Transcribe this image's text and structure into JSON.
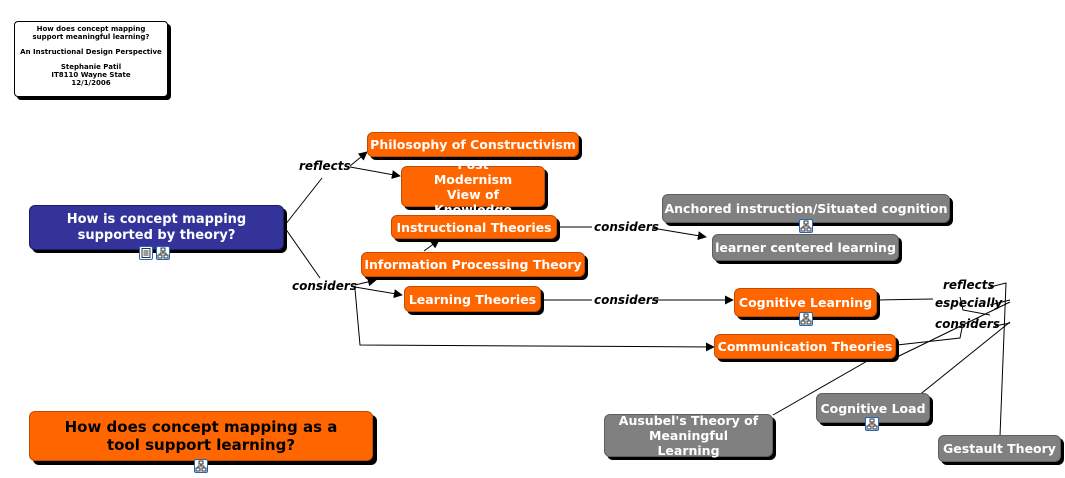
{
  "info_box": {
    "question": "How does concept mapping support meaningful learning?",
    "perspective": "An Instructional Design Perspective",
    "author": "Stephanie Patil",
    "course": "IT8110 Wayne State",
    "date": "12/1/2006"
  },
  "nodes": {
    "main_question": "How is concept mapping supported by  theory?",
    "philosophy": "Philosophy of Constructivism",
    "post_modernism": "Post Modernism View of Knowledge",
    "instructional": "Instructional Theories",
    "info_processing": "Information Processing Theory",
    "learning": "Learning Theories",
    "anchored": "Anchored instruction/Situated cognition",
    "learner_centered": "learner centered learning",
    "cognitive_learning": "Cognitive Learning",
    "communication": "Communication Theories",
    "ausubel": "Ausubel's Theory of Meaningful Learning",
    "cognitive_load": "Cognitive Load",
    "gestault": "Gestault Theory",
    "tool_question": "How does concept mapping as a tool support learning?"
  },
  "links": {
    "reflects_1": "reflects",
    "considers_1": "considers",
    "considers_2": "considers",
    "considers_3": "considers",
    "reflects_2": "reflects",
    "especially": "especially",
    "considers_4": "considers"
  },
  "colors": {
    "orange": "#ff6600",
    "gray": "#808080",
    "blue": "#333399"
  },
  "icons": {
    "submap": "concept-map-icon",
    "note": "note-icon"
  }
}
